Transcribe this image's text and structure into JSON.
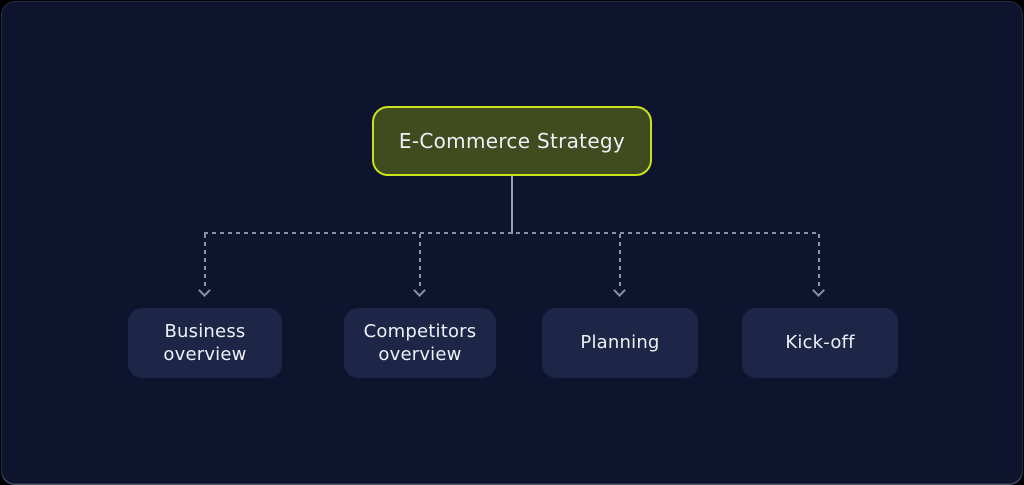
{
  "diagram": {
    "type": "mind-map",
    "root": {
      "label": "E-Commerce Strategy"
    },
    "children": [
      {
        "label": "Business overview"
      },
      {
        "label": "Competitors overview"
      },
      {
        "label": "Planning"
      },
      {
        "label": "Kick-off"
      }
    ],
    "connector_style": "dashed-with-down-arrowheads"
  },
  "colors": {
    "page_background": "#000000",
    "panel_background": "#0e142e",
    "panel_border": "#262b47",
    "root_fill": "#404c1f",
    "root_border": "#c6e31c",
    "child_fill": "#1e2647",
    "connector": "#8b90a1",
    "text": "#eef0f6"
  }
}
